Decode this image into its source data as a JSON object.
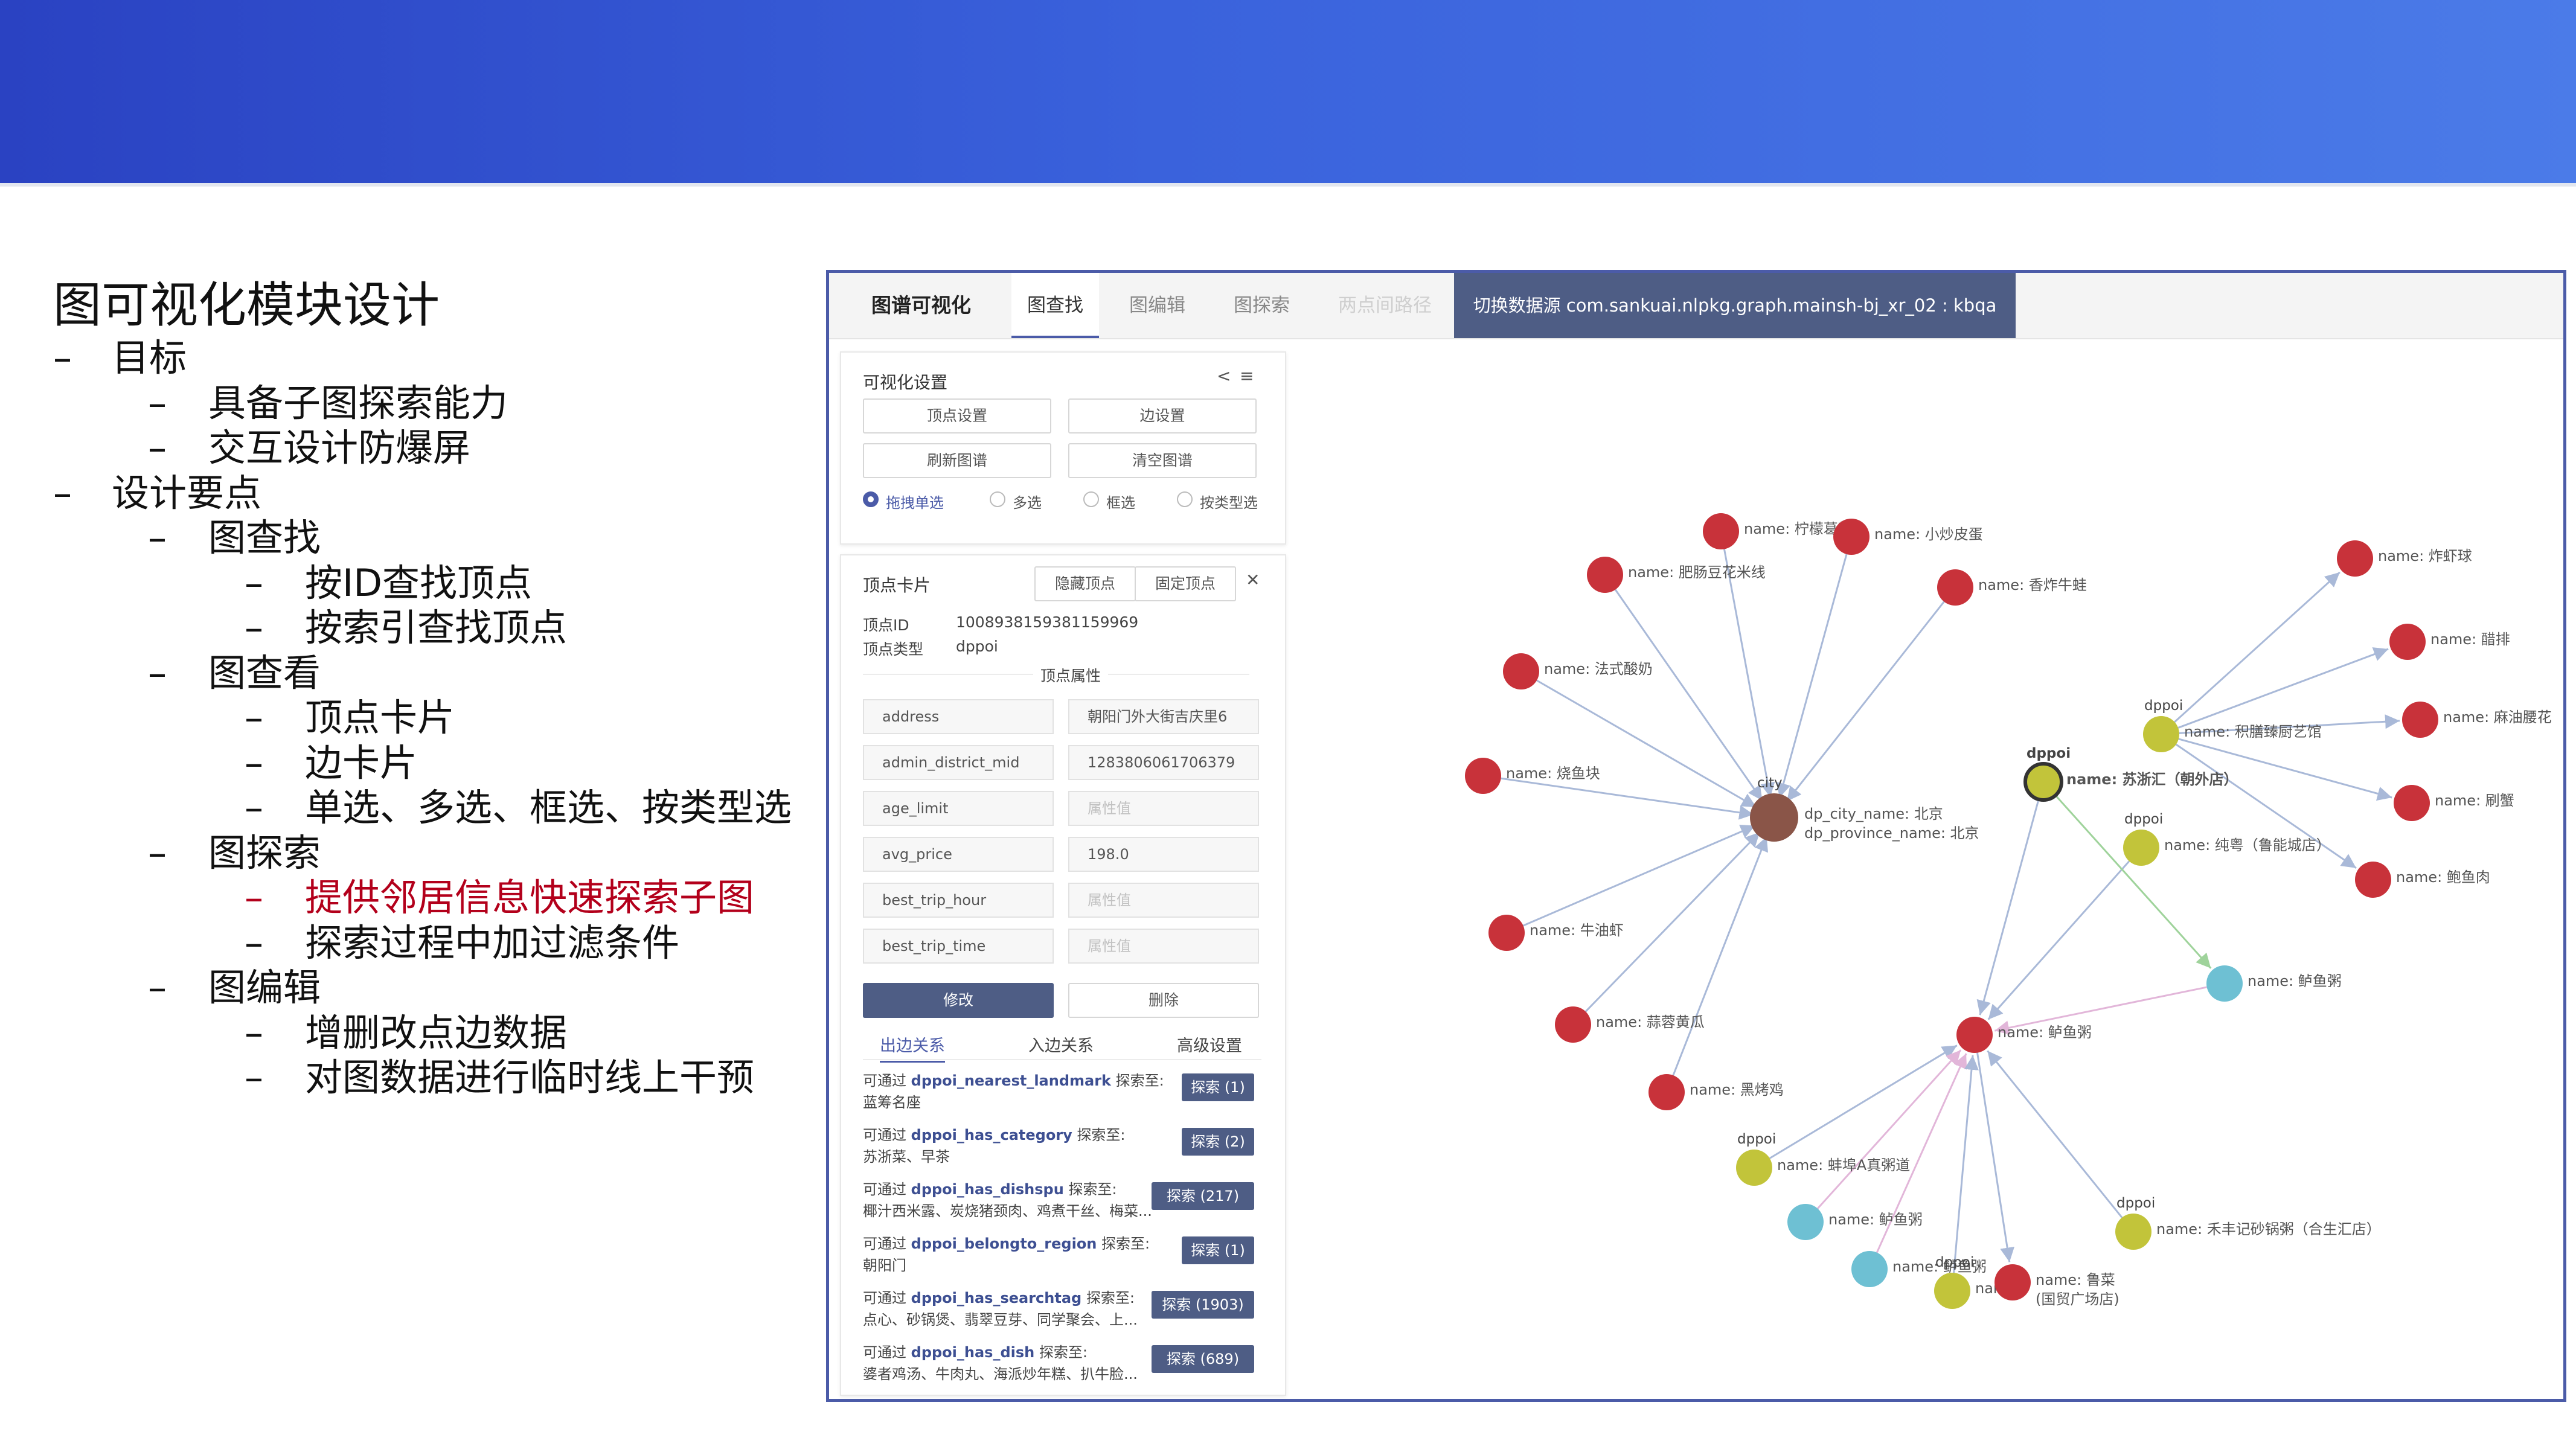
{
  "outline": {
    "title": "图可视化模块设计",
    "rows": [
      {
        "level": 0,
        "text": "目标"
      },
      {
        "level": 1,
        "text": "具备子图探索能力"
      },
      {
        "level": 1,
        "text": "交互设计防爆屏"
      },
      {
        "level": 0,
        "text": "设计要点"
      },
      {
        "level": 1,
        "text": "图查找"
      },
      {
        "level": 2,
        "text": "按ID查找顶点"
      },
      {
        "level": 2,
        "text": "按索引查找顶点"
      },
      {
        "level": 1,
        "text": "图查看"
      },
      {
        "level": 2,
        "text": "顶点卡片"
      },
      {
        "level": 2,
        "text": "边卡片"
      },
      {
        "level": 2,
        "text": "单选、多选、框选、按类型选"
      },
      {
        "level": 1,
        "text": "图探索"
      },
      {
        "level": 2,
        "text": "提供邻居信息快速探索子图",
        "highlight": true
      },
      {
        "level": 2,
        "text": "探索过程中加过滤条件"
      },
      {
        "level": 1,
        "text": "图编辑"
      },
      {
        "level": 2,
        "text": "增删改点边数据"
      },
      {
        "level": 2,
        "text": "对图数据进行临时线上干预"
      }
    ],
    "dash": "–",
    "highlight_color": "#b3001b"
  },
  "app": {
    "brand": "图谱可视化",
    "tabs": [
      "图查找",
      "图编辑",
      "图探索",
      "两点间路径"
    ],
    "active_tab": "图查找",
    "datasource": "切换数据源 com.sankuai.nlpkg.graph.mainsh-bj_xr_02 : kbqa",
    "accent": "#4b5ba8",
    "primary_button_color": "#4e5d85"
  },
  "vis_settings": {
    "title": "可视化设置",
    "share_icon": "share-icon",
    "menu_icon": "menu-icon",
    "buttons": [
      "顶点设置",
      "边设置",
      "刷新图谱",
      "清空图谱"
    ],
    "modes": [
      "拖拽单选",
      "多选",
      "框选",
      "按类型选"
    ],
    "selected_mode": "拖拽单选"
  },
  "vertex_card": {
    "title": "顶点卡片",
    "hide_button": "隐藏顶点",
    "pin_button": "固定顶点",
    "close_icon": "close-icon",
    "id_label": "顶点ID",
    "id_value": "1008938159381159969",
    "type_label": "顶点类型",
    "type_value": "dppoi",
    "attrs_label": "顶点属性",
    "attributes": [
      {
        "key": "address",
        "value": "朝阳门外大街吉庆里6",
        "placeholder": false
      },
      {
        "key": "admin_district_mid",
        "value": "1283806061706379",
        "placeholder": false
      },
      {
        "key": "age_limit",
        "value": "属性值",
        "placeholder": true
      },
      {
        "key": "avg_price",
        "value": "198.0",
        "placeholder": false
      },
      {
        "key": "best_trip_hour",
        "value": "属性值",
        "placeholder": true
      },
      {
        "key": "best_trip_time",
        "value": "属性值",
        "placeholder": true
      }
    ],
    "modify_button": "修改",
    "delete_button": "删除",
    "relation_tabs": [
      "出边关系",
      "入边关系",
      "高级设置"
    ],
    "active_relation_tab": "出边关系",
    "relations": [
      {
        "prefix": "可通过",
        "name": "dppoi_nearest_landmark",
        "suffix": "探索至:",
        "targets": "蓝筹名座",
        "button": "探索 (1)"
      },
      {
        "prefix": "可通过",
        "name": "dppoi_has_category",
        "suffix": "探索至:",
        "targets": "苏浙菜、早茶",
        "button": "探索 (2)"
      },
      {
        "prefix": "可通过",
        "name": "dppoi_has_dishspu",
        "suffix": "探索至:",
        "targets": "椰汁西米露、炭烧猪颈肉、鸡煮干丝、梅菜...",
        "button": "探索 (217)"
      },
      {
        "prefix": "可通过",
        "name": "dppoi_belongto_region",
        "suffix": "探索至:",
        "targets": "朝阳门",
        "button": "探索 (1)"
      },
      {
        "prefix": "可通过",
        "name": "dppoi_has_searchtag",
        "suffix": "探索至:",
        "targets": "点心、砂锅煲、翡翠豆芽、同学聚会、上...",
        "button": "探索 (1903)"
      },
      {
        "prefix": "可通过",
        "name": "dppoi_has_dish",
        "suffix": "探索至:",
        "targets": "婆者鸡汤、牛肉丸、海派炒年糕、扒牛脸...",
        "button": "探索 (689)"
      }
    ]
  },
  "graph": {
    "colors": {
      "red": "#c8323a",
      "brown": "#8a5548",
      "olive": "#c2c43a",
      "teal": "#6ec0d3",
      "edge": "#a9b9d8",
      "edge_pink": "#e2b6d9",
      "edge_green": "#9fd39b"
    },
    "nodes": [
      {
        "id": "city",
        "kind": "brown",
        "type": "city",
        "lines": [
          "dp_city_name: 北京",
          "dp_province_name: 北京"
        ]
      },
      {
        "id": "poi_main",
        "kind": "olive",
        "type": "dppoi",
        "lines": [
          "name: 苏浙汇（朝外店）"
        ],
        "selected": true
      },
      {
        "id": "hub2",
        "kind": "red",
        "type": "",
        "lines": [
          "name: 鲈鱼粥"
        ]
      },
      {
        "id": "dp1",
        "kind": "olive",
        "type": "dppoi",
        "lines": [
          "name: 积膳臻厨艺馆"
        ]
      },
      {
        "id": "dp2",
        "kind": "olive",
        "type": "dppoi",
        "lines": [
          "name: 纯粤（鲁能城店）"
        ]
      },
      {
        "id": "r1",
        "kind": "red",
        "type": "",
        "lines": [
          "name: 柠檬葛粉"
        ]
      },
      {
        "id": "r2",
        "kind": "red",
        "type": "",
        "lines": [
          "name: 小炒皮蛋"
        ]
      },
      {
        "id": "r3",
        "kind": "red",
        "type": "",
        "lines": [
          "name: 肥肠豆花米线"
        ]
      },
      {
        "id": "r4",
        "kind": "red",
        "type": "",
        "lines": [
          "name: 香炸牛蛙"
        ]
      },
      {
        "id": "r5",
        "kind": "red",
        "type": "",
        "lines": [
          "name: 法式酸奶"
        ]
      },
      {
        "id": "r6",
        "kind": "red",
        "type": "",
        "lines": [
          "name: 烧鱼块"
        ]
      },
      {
        "id": "r7",
        "kind": "red",
        "type": "",
        "lines": [
          "name: 牛油虾"
        ]
      },
      {
        "id": "r8",
        "kind": "red",
        "type": "",
        "lines": [
          "name: 蒜蓉黄瓜"
        ]
      },
      {
        "id": "r9",
        "kind": "red",
        "type": "",
        "lines": [
          "name: 黑烤鸡"
        ]
      },
      {
        "id": "r10",
        "kind": "red",
        "type": "",
        "lines": [
          "name: 炸虾球"
        ]
      },
      {
        "id": "r11",
        "kind": "red",
        "type": "",
        "lines": [
          "name: 醋排"
        ]
      },
      {
        "id": "r12",
        "kind": "red",
        "type": "",
        "lines": [
          "name: 麻油腰花"
        ]
      },
      {
        "id": "r13",
        "kind": "red",
        "type": "",
        "lines": [
          "name: 刷蟹"
        ]
      },
      {
        "id": "r14",
        "kind": "red",
        "type": "",
        "lines": [
          "name: 鲍鱼肉"
        ]
      },
      {
        "id": "t1",
        "kind": "teal",
        "type": "",
        "lines": [
          "name: 鲈鱼粥"
        ]
      },
      {
        "id": "dp3",
        "kind": "olive",
        "type": "dppoi",
        "lines": [
          "name: 蚌埠A真粥道"
        ]
      },
      {
        "id": "t2",
        "kind": "teal",
        "type": "",
        "lines": [
          "name: 鲈鱼粥"
        ]
      },
      {
        "id": "t3",
        "kind": "teal",
        "type": "",
        "lines": [
          "name: 鲈鱼粥"
        ]
      },
      {
        "id": "dp4",
        "kind": "olive",
        "type": "dppoi",
        "lines": [
          "name:"
        ]
      },
      {
        "id": "r15",
        "kind": "red",
        "type": "",
        "lines": [
          "name: 鲁菜",
          "(国贸广场店)"
        ]
      },
      {
        "id": "dp5",
        "kind": "olive",
        "type": "dppoi",
        "lines": [
          "name: 禾丰记砂锅粥（合生汇店）"
        ]
      }
    ]
  }
}
